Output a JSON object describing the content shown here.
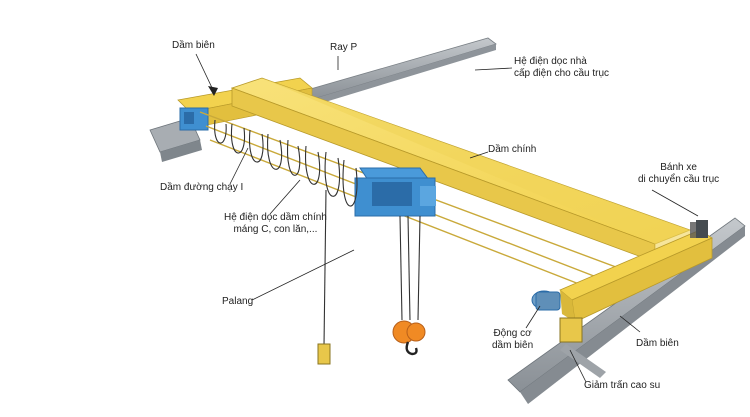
{
  "diagram": {
    "labels": {
      "dam_bien_top": "Dầm biên",
      "ray_p": "Ray P",
      "he_dien_nha_1": "Hệ điện dọc nhà",
      "he_dien_nha_2": "cấp điện cho cầu trục",
      "dam_chinh": "Dầm chính",
      "dam_duong_chay": "Dầm đường chạy I",
      "banh_xe_1": "Bánh xe",
      "banh_xe_2": "di chuyển cầu trục",
      "he_dien_dam_1": "Hệ điện dọc dầm chính",
      "he_dien_dam_2": "máng C, con lăn,...",
      "palang": "Palang",
      "dong_co_1": "Động cơ",
      "dong_co_2": "dầm biên",
      "dam_bien_right": "Dầm biên",
      "giam_tran": "Giảm trấn cao su"
    },
    "colors": {
      "yellow": "#F5DA5C",
      "yellow_dark": "#D9B83A",
      "yellow_side": "#E8C74A",
      "gray_rail": "#9EA3A8",
      "gray_dark": "#6E757B",
      "blue": "#3F8FD0",
      "blue_dark": "#2B6CA8",
      "orange": "#F08A24",
      "cable": "#333333"
    }
  }
}
